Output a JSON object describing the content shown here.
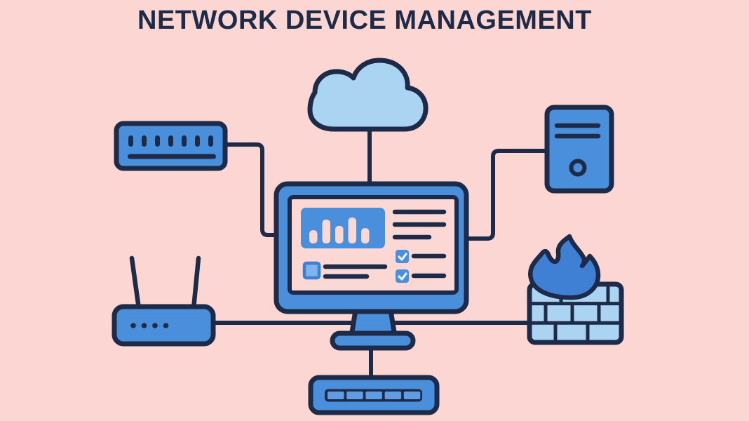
{
  "title": "NETWORK DEVICE MANAGEMENT",
  "colors": {
    "background": "#fbd6d3",
    "outline": "#1d2b49",
    "device_blue": "#4a8fdc",
    "light_blue": "#abd4f3",
    "flame_blue": "#3f7fd4",
    "screen_pink": "#fcd8d5",
    "cell_blue": "#5f9ce2",
    "square_fill": "#7fb3ec",
    "square_border": "#3d7fd0",
    "check_white": "#e8f1fb"
  },
  "devices": {
    "cloud": {
      "icon": "cloud-icon"
    },
    "switch_panel": {
      "icon": "patch-panel-icon",
      "ports": 7
    },
    "server": {
      "icon": "server-tower-icon",
      "detail_lines": 2
    },
    "router": {
      "icon": "wifi-router-icon",
      "leds": 4,
      "antennas": 2
    },
    "firewall": {
      "icon": "firewall-icon",
      "brick_rows": 3
    },
    "network_switch": {
      "icon": "network-switch-icon",
      "ports": 5
    },
    "monitor": {
      "icon": "monitoring-dashboard-icon",
      "dashboard": {
        "chart": {
          "type": "bar",
          "values": [
            51,
            92,
            68,
            100,
            59
          ]
        },
        "list_lines": 3,
        "checked_items": 2,
        "pending_items": 1
      }
    }
  },
  "connections": [
    {
      "from": "cloud",
      "to": "monitor"
    },
    {
      "from": "switch_panel",
      "to": "monitor"
    },
    {
      "from": "server",
      "to": "monitor"
    },
    {
      "from": "router",
      "to": "monitor"
    },
    {
      "from": "firewall",
      "to": "monitor"
    },
    {
      "from": "network_switch",
      "to": "monitor"
    }
  ]
}
